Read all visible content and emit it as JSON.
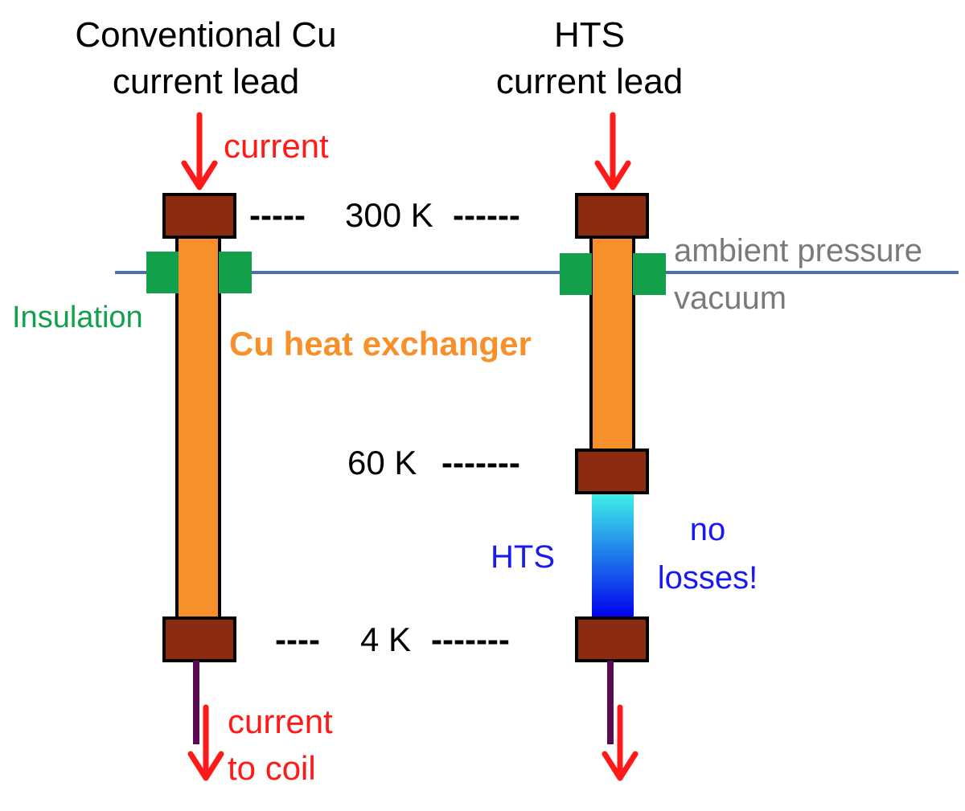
{
  "titles": {
    "conventional_line1": "Conventional Cu",
    "conventional_line2": "current lead",
    "hts_line1": "HTS",
    "hts_line2": "current lead"
  },
  "labels": {
    "current_in": "current",
    "temp_300": "300 K",
    "temp_60": "60 K",
    "temp_4": "4 K",
    "dashes_300_left": "-----",
    "dashes_300_right": "------",
    "dashes_60": "-------",
    "dashes_4_left": "----",
    "dashes_4_right": "-------",
    "ambient_pressure": "ambient pressure",
    "vacuum": "vacuum",
    "insulation": "Insulation",
    "cu_heat_exchanger": "Cu heat exchanger",
    "hts": "HTS",
    "no_line1": "no",
    "no_line2": "losses!",
    "current_out_line1": "current",
    "current_out_line2": "to coil"
  },
  "colors": {
    "current_arrow": "#ff1a1a",
    "terminal_block": "#8b2c10",
    "heat_exchanger": "#f7902a",
    "insulation": "#12a14a",
    "boundary_line": "#4a6fb5",
    "ambient_text": "#7a7a7a",
    "hts_text": "#1a1aee",
    "hts_top": "#3ff5e8",
    "hts_bottom": "#0000ee",
    "coil_wire": "#5a0a50",
    "text": "#000000"
  }
}
